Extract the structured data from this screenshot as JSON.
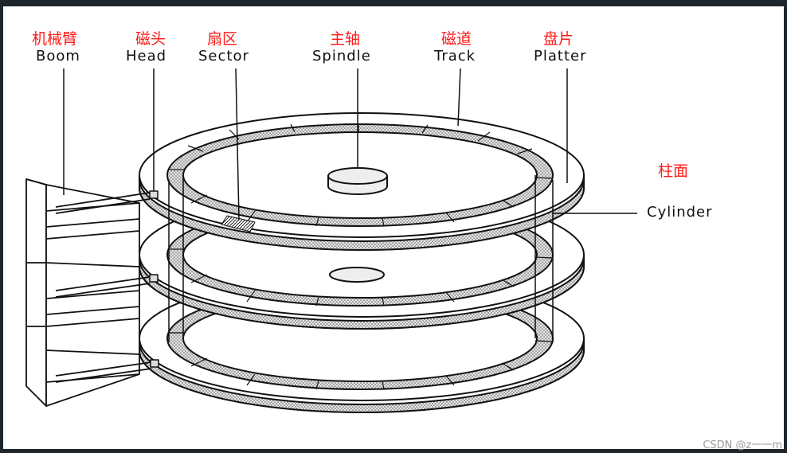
{
  "labels": {
    "boom": {
      "cn": "机械臂",
      "en": "Boom"
    },
    "head": {
      "cn": "磁头",
      "en": "Head"
    },
    "sector": {
      "cn": "扇区",
      "en": "Sector"
    },
    "spindle": {
      "cn": "主轴",
      "en": "Spindle"
    },
    "track": {
      "cn": "磁道",
      "en": "Track"
    },
    "platter": {
      "cn": "盘片",
      "en": "Platter"
    },
    "cylinder": {
      "cn": "柱面",
      "en": "Cylinder"
    }
  },
  "watermark": "CSDN @z一一m",
  "colors": {
    "background": "#ffffff",
    "border": "#1f262b",
    "label_cn": "#ff1a1a",
    "line": "#111111"
  }
}
